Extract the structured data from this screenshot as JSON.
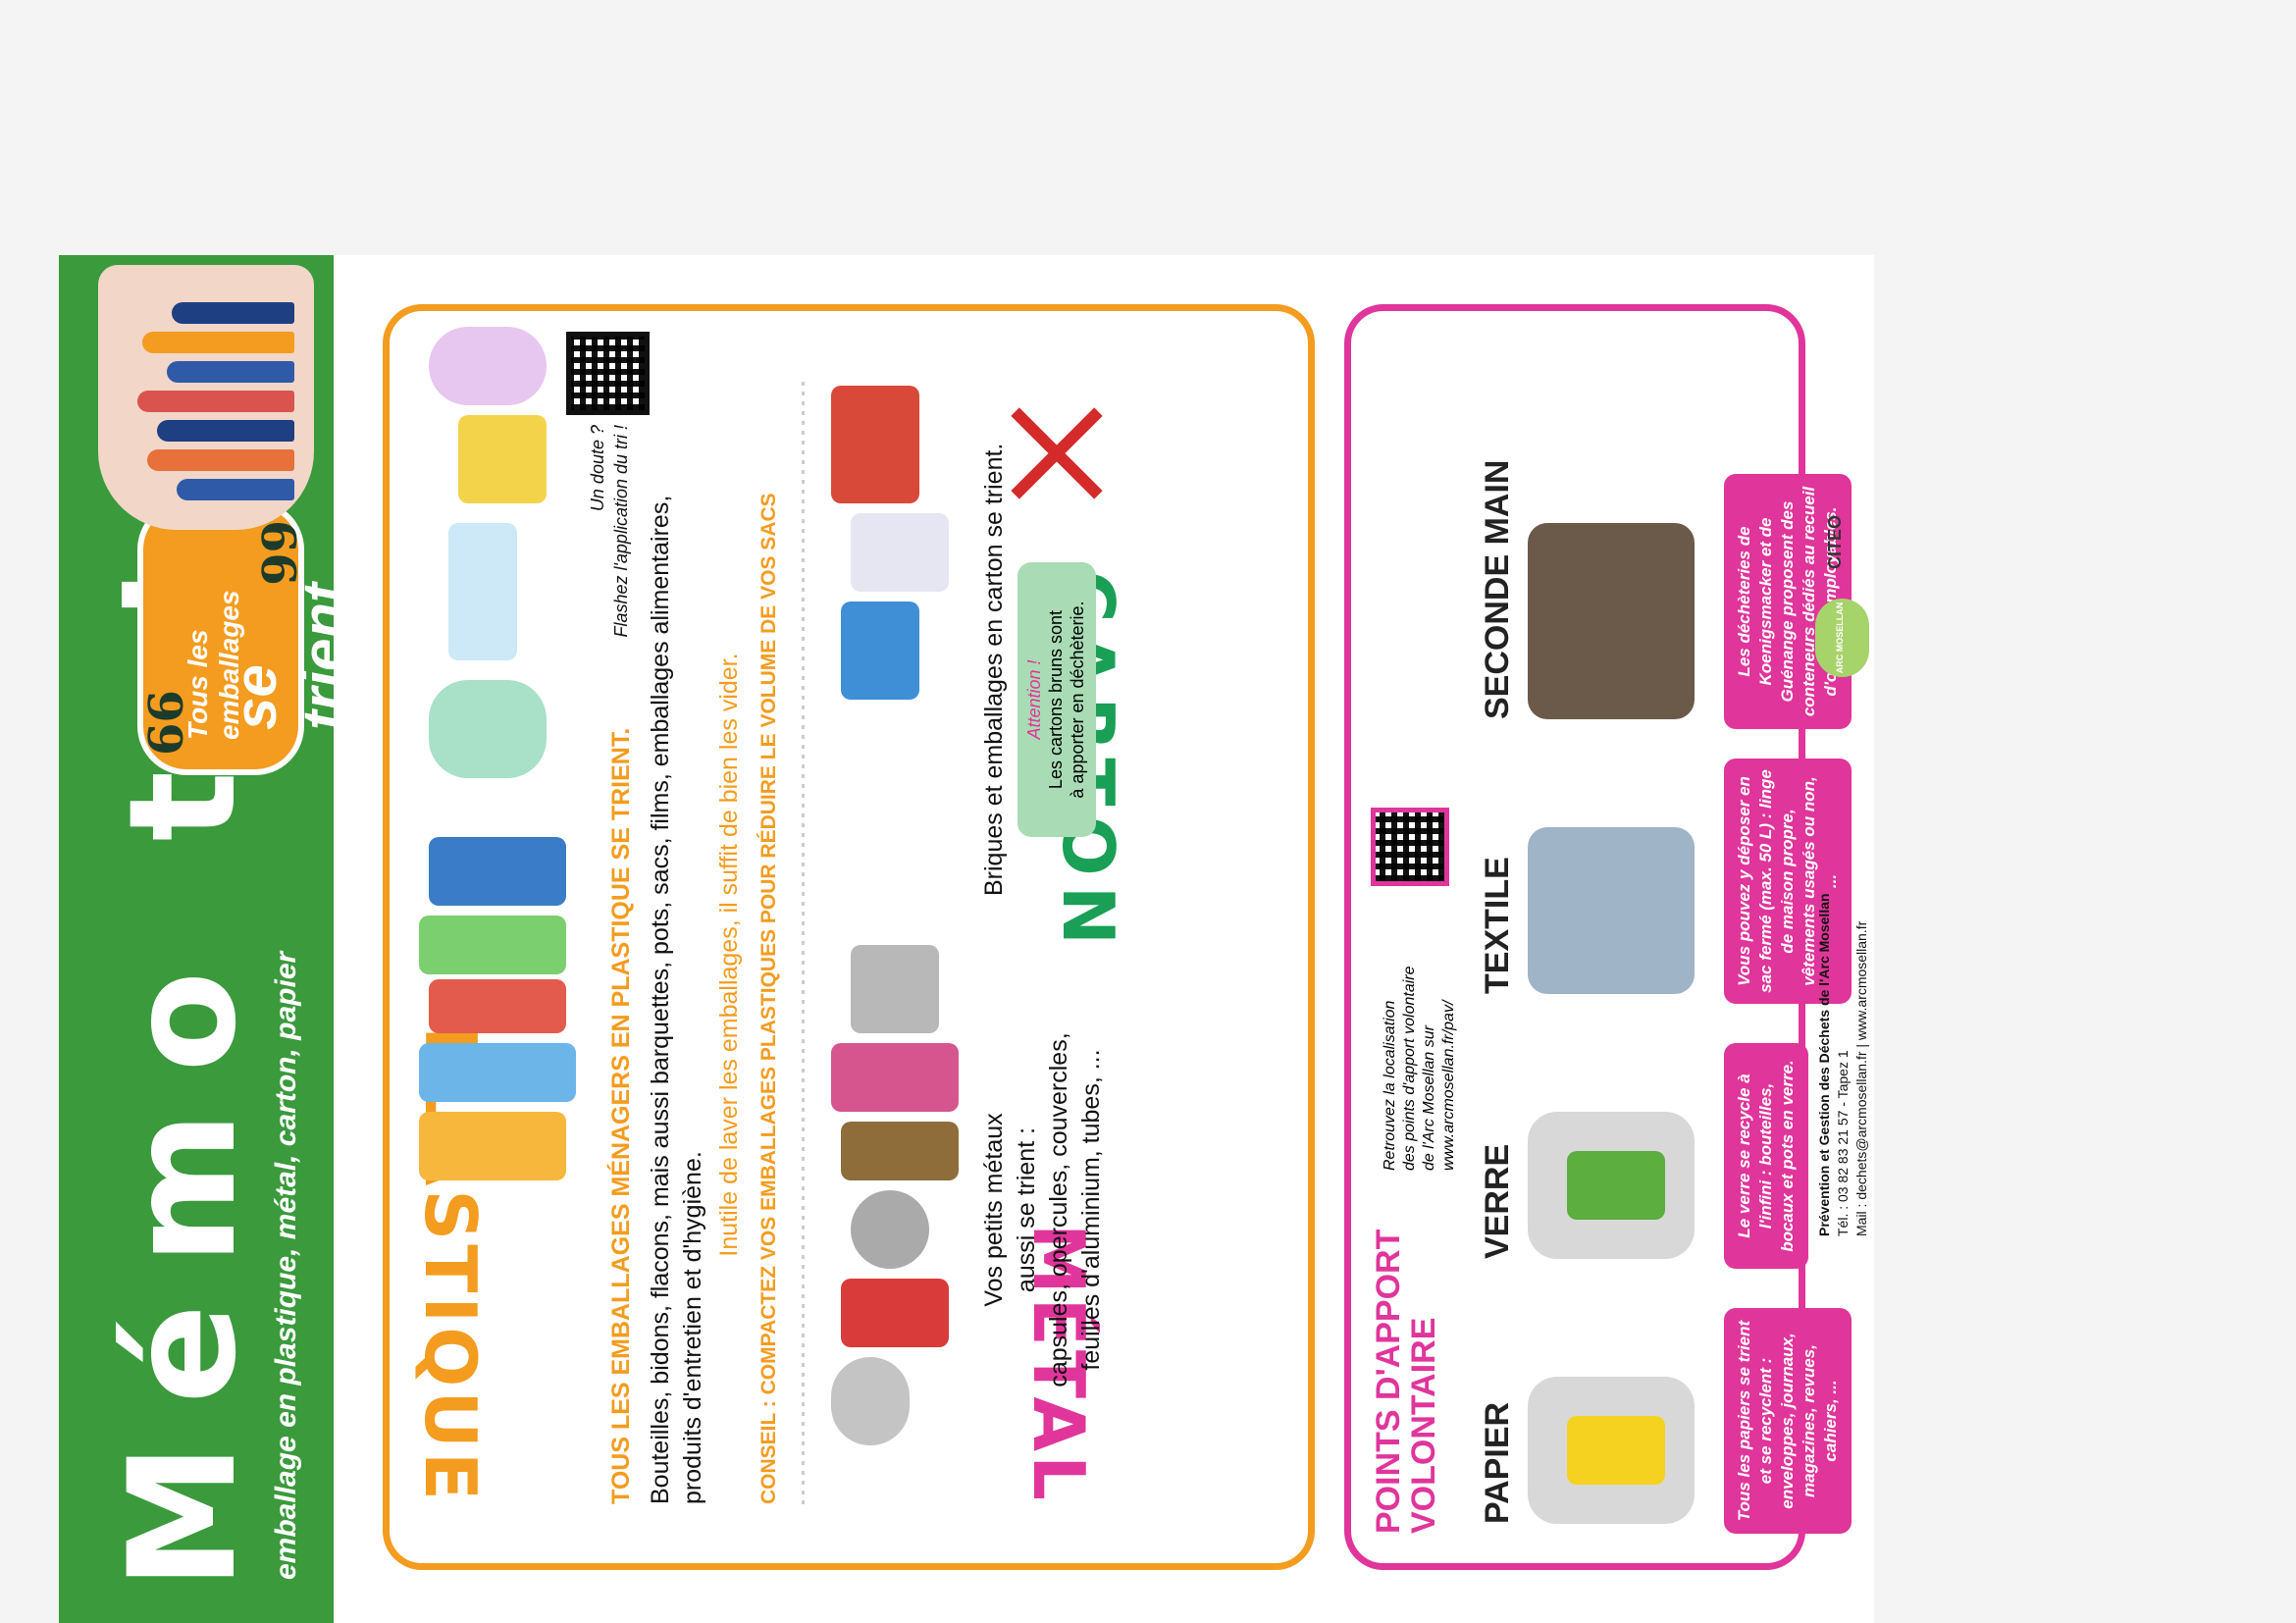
{
  "header": {
    "title": "Mémo tri",
    "subtitle": "emballage en plastique, métal, carton, papier",
    "bubble_open": "66",
    "bubble_line1": "Tous les emballages",
    "bubble_line2": "se trient",
    "bubble_close": "99"
  },
  "plastique": {
    "title": "PLASTIQUE",
    "qr_caption_1": "Un doute ?",
    "qr_caption_2": "Flashez l'application du tri !",
    "headline": "TOUS LES EMBALLAGES MÉNAGERS EN PLASTIQUE SE TRIENT.",
    "body": "Bouteilles, bidons, flacons, mais aussi barquettes, pots, sacs, films, emballages alimentaires, produits d'entretien et d'hygiène.",
    "tip": "Inutile de laver les emballages, il suffit de bien les vider.",
    "advice": "CONSEIL : COMPACTEZ VOS EMBALLAGES PLASTIQUES POUR RÉDUIRE LE VOLUME DE VOS SACS"
  },
  "metal": {
    "title": "MÉTAL",
    "body_1": "Vos petits métaux",
    "body_2": "aussi se trient :",
    "body_3": "capsules, opercules, couvercles,",
    "body_4": "feuilles d'aluminium, tubes, ..."
  },
  "carton": {
    "title": "CARTON",
    "body": "Briques et emballages en carton se trient.",
    "attention": "Attention !",
    "warning_1": "Les cartons bruns sont",
    "warning_2": "à apporter en déchèterie."
  },
  "pav": {
    "title_1": "POINTS D'APPORT",
    "title_2": "VOLONTAIRE",
    "locate_1": "Retrouvez la localisation",
    "locate_2": "des points d'apport volontaire",
    "locate_3": "de l'Arc Mosellan sur",
    "locate_4": "www.arcmosellan.fr/pav/",
    "papier_label": "PAPIER",
    "papier_text": "Tous les papiers se trient et se recyclent : enveloppes, journaux, magazines, revues, cahiers, ...",
    "verre_label": "VERRE",
    "verre_text": "Le verre se recycle à l'infini : bouteilles, bocaux et pots en verre.",
    "textile_label": "TEXTILE",
    "textile_text": "Vous pouvez y déposer en sac fermé (max. 50 L) : linge de maison propre, vêtements usagés ou non, ...",
    "seconde_label": "SECONDE MAIN",
    "seconde_text": "Les déchèteries de Koenigsmacker et de Guénange proposent des conteneurs dédiés au recueil d'objets réemployables."
  },
  "footer": {
    "line_1": "Prévention et Gestion des Déchets de l'Arc Mosellan",
    "line_2": "Tél. : 03 82 83 21 57 - Tapez 1",
    "line_3": "Mail : dechets@arcmosellan.fr | www.arcmosellan.fr",
    "logo_arc": "ARC MOSELLAN",
    "logo_citeo": "CITEO"
  },
  "colors": {
    "green": "#3a9a3c",
    "orange": "#f39c1f",
    "pink": "#e0359b",
    "carton_green": "#1a9f56"
  }
}
